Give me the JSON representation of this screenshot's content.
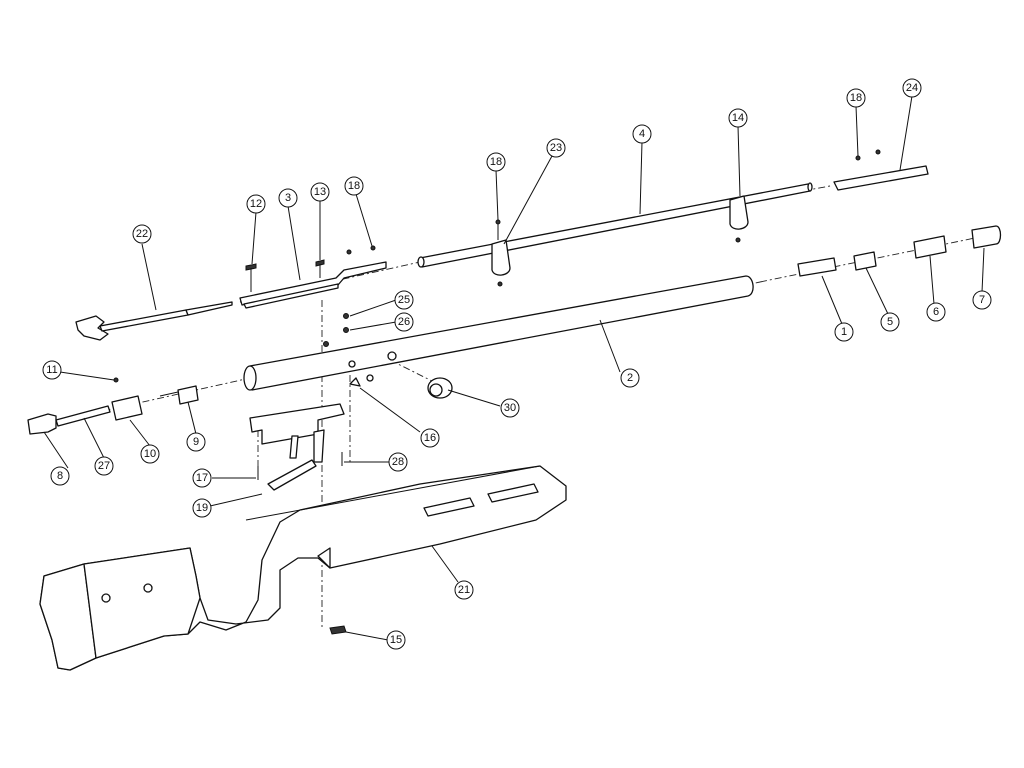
{
  "callouts": [
    {
      "id": "c1",
      "label": "1"
    },
    {
      "id": "c2",
      "label": "2"
    },
    {
      "id": "c3",
      "label": "3"
    },
    {
      "id": "c4",
      "label": "4"
    },
    {
      "id": "c5",
      "label": "5"
    },
    {
      "id": "c6",
      "label": "6"
    },
    {
      "id": "c7",
      "label": "7"
    },
    {
      "id": "c8",
      "label": "8"
    },
    {
      "id": "c9",
      "label": "9"
    },
    {
      "id": "c10",
      "label": "10"
    },
    {
      "id": "c11",
      "label": "11"
    },
    {
      "id": "c12",
      "label": "12"
    },
    {
      "id": "c13",
      "label": "13"
    },
    {
      "id": "c14",
      "label": "14"
    },
    {
      "id": "c15",
      "label": "15"
    },
    {
      "id": "c16",
      "label": "16"
    },
    {
      "id": "c17",
      "label": "17"
    },
    {
      "id": "c18a",
      "label": "18"
    },
    {
      "id": "c18b",
      "label": "18"
    },
    {
      "id": "c18c",
      "label": "18"
    },
    {
      "id": "c19",
      "label": "19"
    },
    {
      "id": "c21",
      "label": "21"
    },
    {
      "id": "c22",
      "label": "22"
    },
    {
      "id": "c23",
      "label": "23"
    },
    {
      "id": "c24",
      "label": "24"
    },
    {
      "id": "c25",
      "label": "25"
    },
    {
      "id": "c26",
      "label": "26"
    },
    {
      "id": "c27",
      "label": "27"
    },
    {
      "id": "c28",
      "label": "28"
    },
    {
      "id": "c30",
      "label": "30"
    }
  ]
}
